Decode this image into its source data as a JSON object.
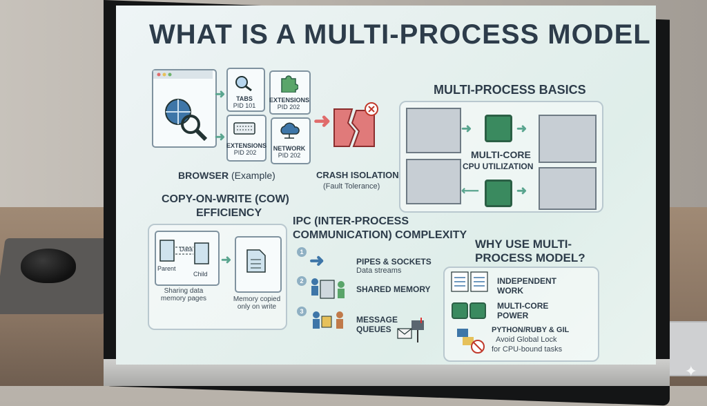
{
  "title": "WHAT IS A MULTI-PROCESS MODEL",
  "browser": {
    "tabs_label": "TABS",
    "tabs_pid": "PID 101",
    "ext1_label": "EXTENSIONS",
    "ext1_pid": "PID 202",
    "ext2_label": "EXTENSIONS",
    "ext2_pid": "PID 202",
    "network_label": "NETWORK",
    "network_pid": "PID 202",
    "caption": "BROWSER",
    "caption_sub": "(Example)"
  },
  "crash": {
    "title": "CRASH ISOLATION",
    "sub": "(Fault Tolerance)"
  },
  "basics": {
    "title": "MULTI-PROCESS BASICS",
    "center1": "MULTI-CORE",
    "center2": "CPU UTILIZATION"
  },
  "cow": {
    "title1": "COPY-ON-WRITE (COW)",
    "title2": "EFFICIENCY",
    "parent": "Parent",
    "child": "Child",
    "data": "Data",
    "left_caption": "Sharing data memory pages",
    "right_caption": "Memory copied only on write"
  },
  "ipc": {
    "title1": "IPC (INTER-PROCESS",
    "title2": "COMMUNICATION) COMPLEXITY",
    "items": [
      {
        "num": "1",
        "label": "PIPES & SOCKETS",
        "sub": "Data streams"
      },
      {
        "num": "2",
        "label": "SHARED MEMORY",
        "sub": ""
      },
      {
        "num": "3",
        "label": "MESSAGE QUEUES",
        "sub": ""
      }
    ]
  },
  "why": {
    "title1": "WHY USE MULTI-",
    "title2": "PROCESS MODEL?",
    "items": [
      {
        "label1": "INDEPENDENT",
        "label2": "WORK"
      },
      {
        "label1": "MULTI-CORE",
        "label2": "POWER"
      },
      {
        "label1": "PYTHON/RUBY & GIL",
        "label2": "Avoid Global Lock",
        "label3": "for CPU-bound tasks"
      }
    ]
  },
  "colors": {
    "accent_green": "#3a8a5f",
    "crash_red": "#e06b6b",
    "title": "#2d3c4a"
  }
}
